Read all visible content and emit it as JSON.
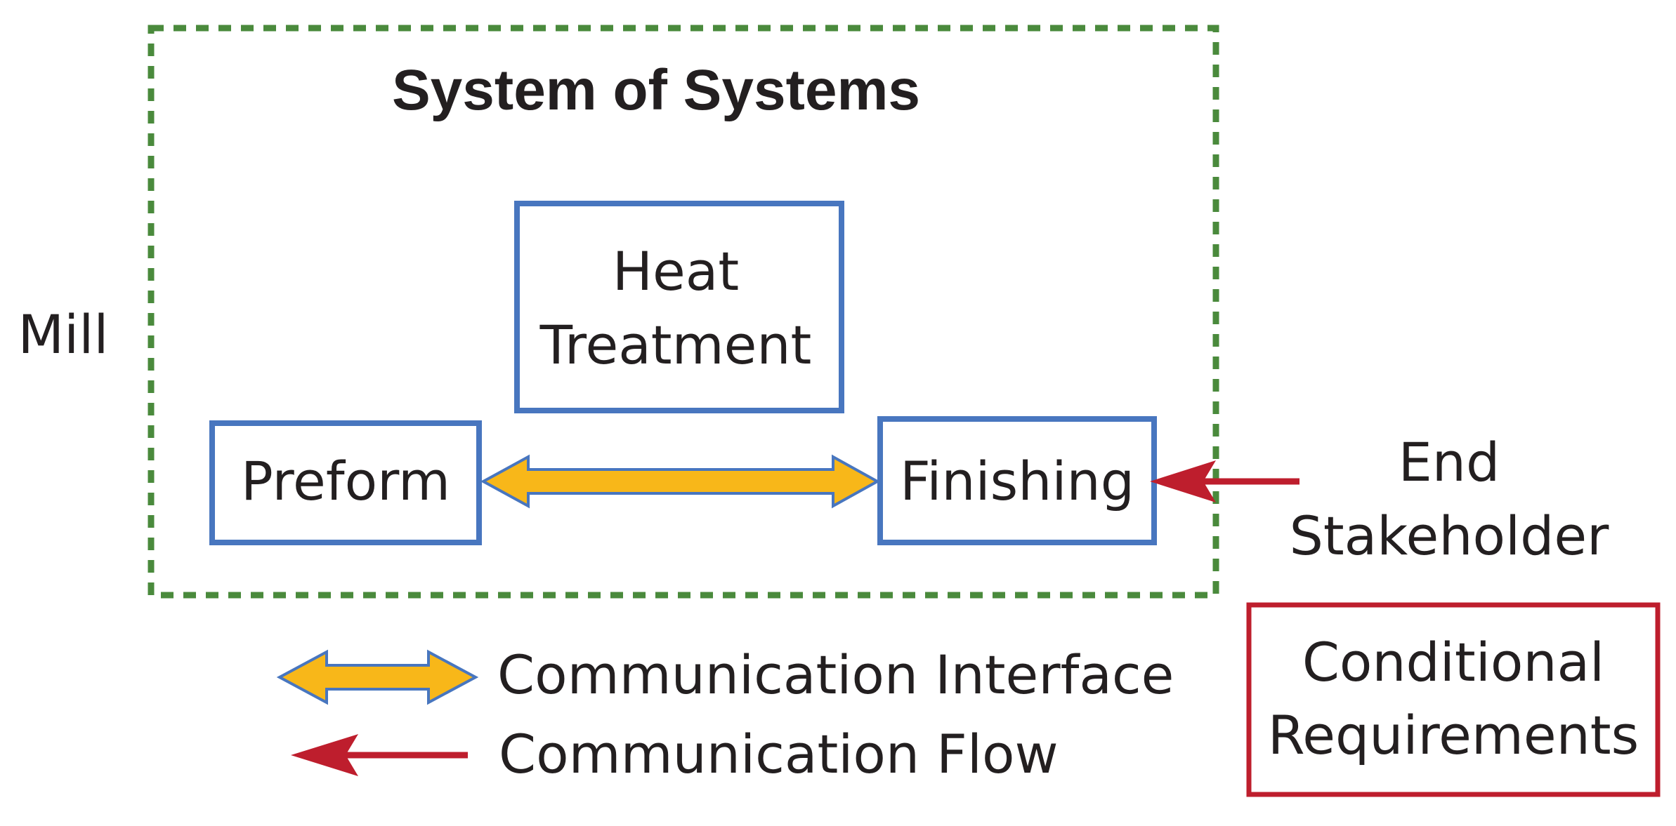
{
  "diagram": {
    "title": "System of Systems",
    "mill_label": "Mill",
    "boxes": {
      "heat_treatment": {
        "line1": "Heat",
        "line2": "Treatment"
      },
      "preform": "Preform",
      "finishing": "Finishing",
      "conditional_requirements": {
        "line1": "Conditional",
        "line2": "Requirements"
      }
    },
    "end_stakeholder": {
      "line1": "End",
      "line2": "Stakeholder"
    },
    "legend": {
      "interface_label": "Communication Interface",
      "flow_label": "Communication Flow"
    },
    "colors": {
      "system_border": "#4876bf",
      "mill_border": "#4a8a3c",
      "interface_fill": "#f8b719",
      "flow_arrow": "#be1e2d",
      "requirements_border": "#be1e2d",
      "text": "#231f20"
    }
  }
}
